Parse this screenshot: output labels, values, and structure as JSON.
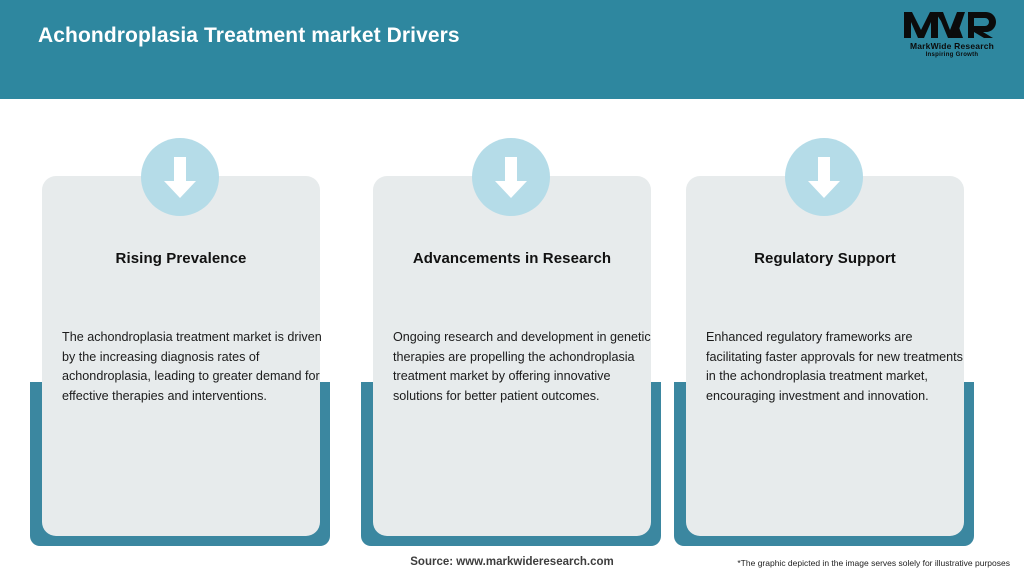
{
  "header": {
    "title": "Achondroplasia Treatment market Drivers",
    "background_color": "#2E879F",
    "title_color": "#FFFFFF"
  },
  "logo": {
    "mark": "MWR",
    "name": "MarkWide Research",
    "tagline": "Inspiring Growth"
  },
  "theme": {
    "accent_teal": "#3B87A0",
    "card_background": "#E7EBEC",
    "icon_circle": "#B5DCE8",
    "icon_arrow": "#FFFFFF",
    "heading_color": "#111111",
    "body_color": "#1B1B1B",
    "page_background": "#FFFFFF"
  },
  "cards": [
    {
      "icon": "arrow-down-icon",
      "heading": "Rising Prevalence",
      "text": "The achondroplasia treatment market is driven by the increasing diagnosis rates of achondroplasia, leading to greater demand for effective therapies and interventions."
    },
    {
      "icon": "arrow-down-icon",
      "heading": "Advancements in Research",
      "text": "Ongoing research and development in genetic therapies are propelling the achondroplasia treatment market by offering innovative solutions for better patient outcomes."
    },
    {
      "icon": "arrow-down-icon",
      "heading": "Regulatory Support",
      "text": "Enhanced regulatory frameworks are facilitating faster approvals for new treatments in the achondroplasia treatment market, encouraging investment and innovation."
    }
  ],
  "footer": {
    "source": "Source: www.markwideresearch.com",
    "disclaimer": "*The graphic depicted in the image serves solely for illustrative purposes"
  }
}
